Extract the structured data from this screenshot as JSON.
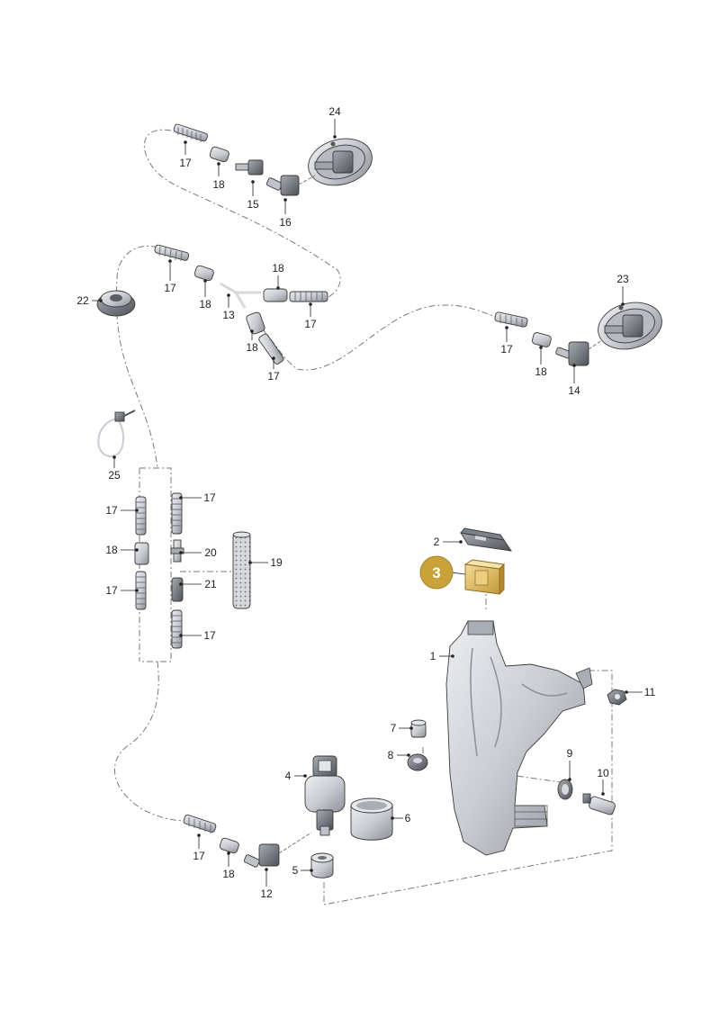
{
  "diagram": {
    "highlight_color": "#c9a33a",
    "part_color": "#c9ccd2",
    "parts": [
      {
        "id": "p1",
        "label": "1",
        "icon": "washer-reservoir"
      },
      {
        "id": "p2",
        "label": "2",
        "icon": "reservoir-cap"
      },
      {
        "id": "p3",
        "label": "3",
        "icon": "filler-bracket",
        "highlighted": true
      },
      {
        "id": "p4",
        "label": "4",
        "icon": "washer-pump"
      },
      {
        "id": "p5",
        "label": "5",
        "icon": "pump-nozzle"
      },
      {
        "id": "p6",
        "label": "6",
        "icon": "pump-sleeve"
      },
      {
        "id": "p7",
        "label": "7",
        "icon": "grommet"
      },
      {
        "id": "p8",
        "label": "8",
        "icon": "grommet"
      },
      {
        "id": "p9",
        "label": "9",
        "icon": "seal-ring"
      },
      {
        "id": "p10",
        "label": "10",
        "icon": "level-sensor"
      },
      {
        "id": "p11",
        "label": "11",
        "icon": "nut"
      },
      {
        "id": "p12",
        "label": "12",
        "icon": "elbow-connector"
      },
      {
        "id": "p13",
        "label": "13",
        "icon": "y-connector"
      },
      {
        "id": "p14",
        "label": "14",
        "icon": "elbow-connector"
      },
      {
        "id": "p15",
        "label": "15",
        "icon": "check-valve"
      },
      {
        "id": "p16",
        "label": "16",
        "icon": "elbow-connector"
      },
      {
        "id": "p17",
        "label": "17",
        "icon": "corrugated-hose"
      },
      {
        "id": "p18",
        "label": "18",
        "icon": "hose-sleeve"
      },
      {
        "id": "p19",
        "label": "19",
        "icon": "insulating-tube"
      },
      {
        "id": "p20",
        "label": "20",
        "icon": "straight-connector"
      },
      {
        "id": "p21",
        "label": "21",
        "icon": "hose-connector"
      },
      {
        "id": "p22",
        "label": "22",
        "icon": "grommet"
      },
      {
        "id": "p23",
        "label": "23",
        "icon": "spray-jet"
      },
      {
        "id": "p24",
        "label": "24",
        "icon": "spray-jet"
      },
      {
        "id": "p25",
        "label": "25",
        "icon": "cable-tie"
      }
    ]
  }
}
